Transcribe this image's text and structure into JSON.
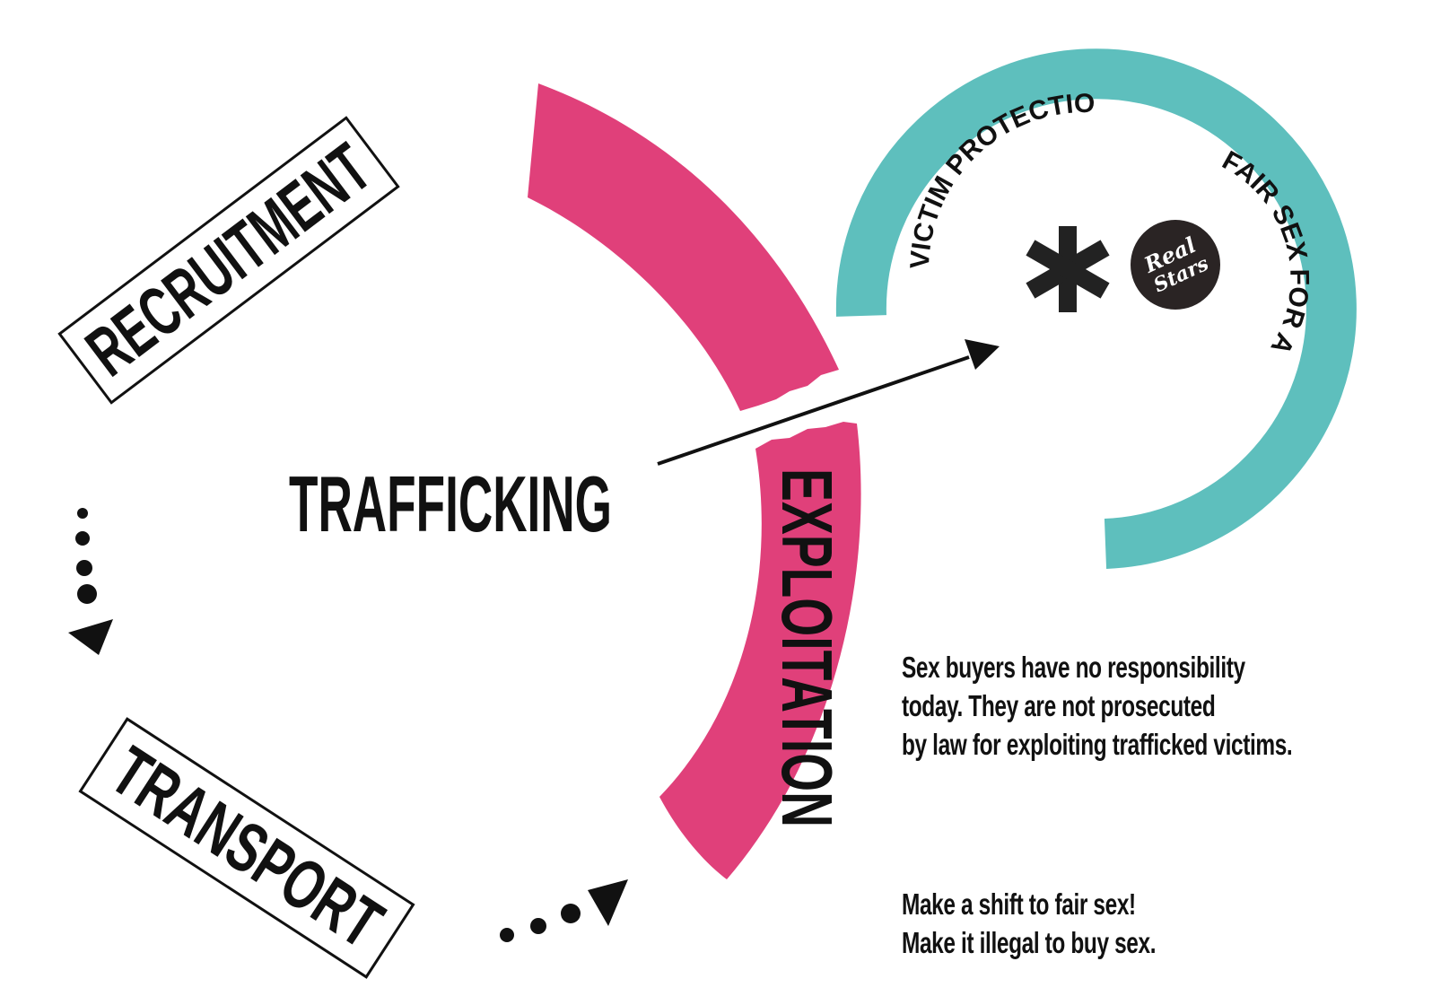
{
  "diagram": {
    "center_label": "TRAFFICKING",
    "stages": {
      "recruitment": "RECRUITMENT",
      "transport": "TRANSPORT",
      "exploitation": "EXPLOITATION"
    },
    "solution_ring": {
      "left_label": "VICTIM PROTECTION",
      "right_label": "FAIR SEX FOR ALL",
      "logo_text_line1": "Real",
      "logo_text_line2": "Stars"
    },
    "notes": {
      "paragraph1": [
        "Sex buyers have no responsibility",
        "today. They are not prosecuted",
        "by law for exploiting trafficked victims."
      ],
      "paragraph2": [
        "Make a shift to fair sex!",
        "Make it illegal to buy sex."
      ]
    },
    "colors": {
      "pink": "#e0407a",
      "teal": "#5ebfbd",
      "ink": "#111111"
    }
  }
}
